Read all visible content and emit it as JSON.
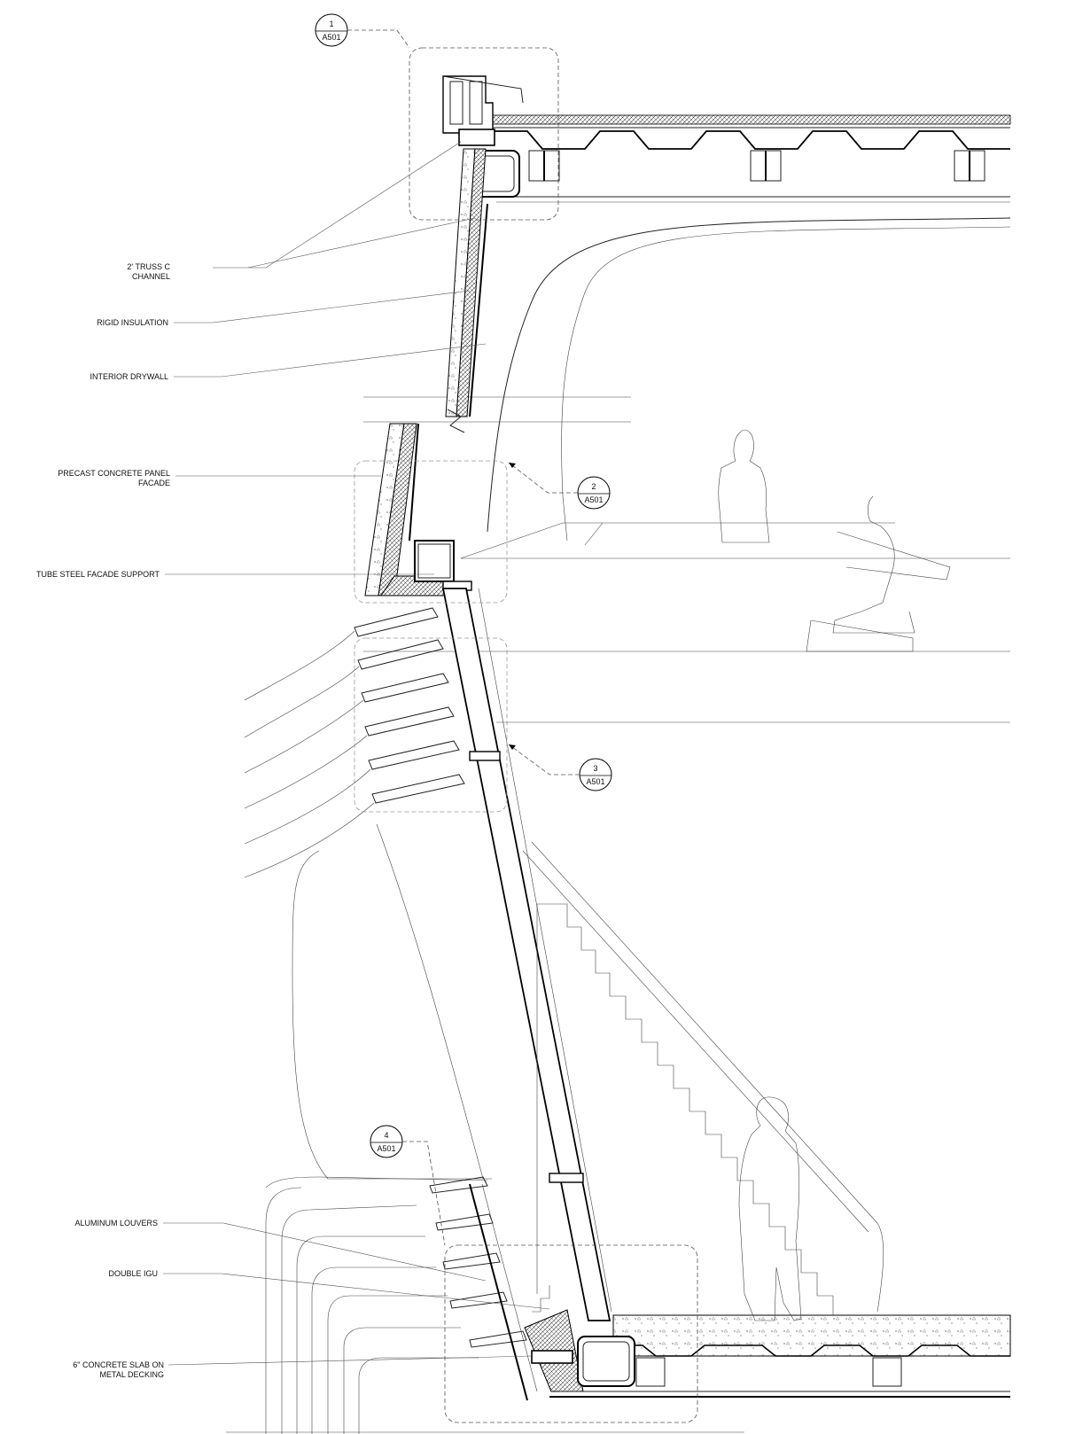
{
  "callouts": [
    {
      "num": "1",
      "sheet": "A501"
    },
    {
      "num": "2",
      "sheet": "A501"
    },
    {
      "num": "3",
      "sheet": "A501"
    },
    {
      "num": "4",
      "sheet": "A501"
    }
  ],
  "labels": {
    "truss_line1": "2' TRUSS C",
    "truss_line2": "CHANNEL",
    "rigid_insulation": "RIGID INSULATION",
    "interior_drywall": "INTERIOR DRYWALL",
    "precast_line1": "PRECAST CONCRETE PANEL",
    "precast_line2": "FACADE",
    "tube_steel": "TUBE STEEL FACADE SUPPORT",
    "aluminum_louvers": "ALUMINUM LOUVERS",
    "double_igu": "DOUBLE IGU",
    "slab_line1": "6\" CONCRETE SLAB ON",
    "slab_line2": "METAL DECKING"
  }
}
